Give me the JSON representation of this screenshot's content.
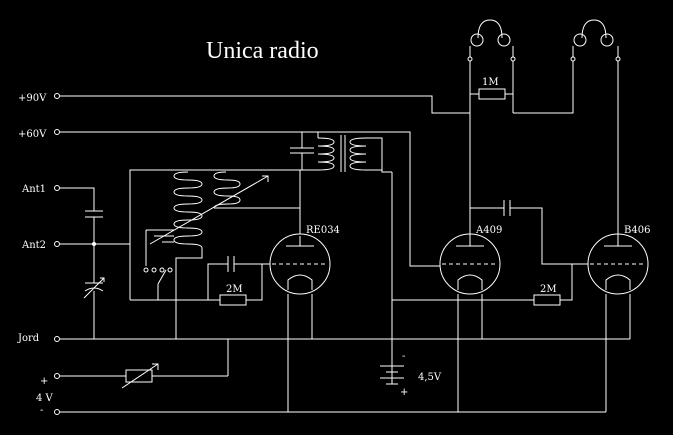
{
  "title": "Unica radio",
  "terminals": {
    "plus_90v": "+90V",
    "plus_60v": "+60V",
    "ant1": "Ant1",
    "ant2": "Ant2",
    "jord": "Jord",
    "battery_plus": "+",
    "battery_voltage": "4 V",
    "battery_minus": "-"
  },
  "tubes": {
    "detector": "RE034",
    "amplifier": "A409",
    "output": "B406"
  },
  "resistors": {
    "plate_load": "1M",
    "grid_leak_1": "2M",
    "grid_leak_2": "2M"
  },
  "bias_battery": {
    "voltage": "4,5V",
    "minus": "-",
    "plus": "+"
  }
}
